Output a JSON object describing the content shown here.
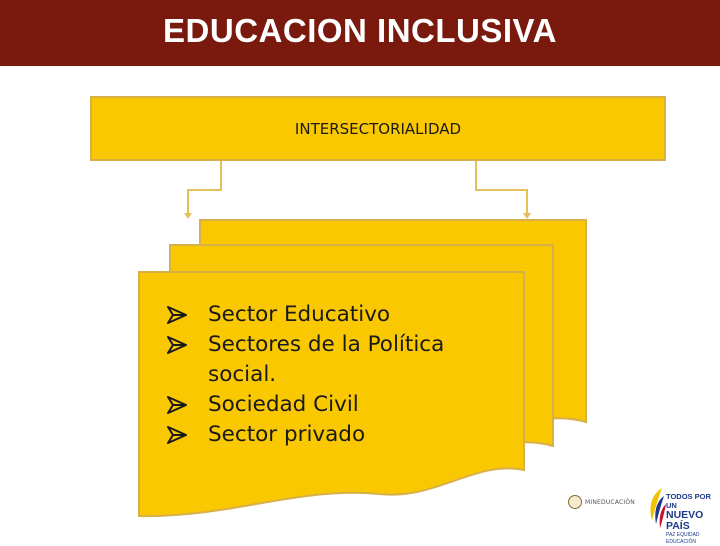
{
  "header": {
    "title": "EDUCACION INCLUSIVA"
  },
  "diagram": {
    "top_box_label": "INTERSECTORIALIDAD",
    "items": [
      {
        "lines": [
          "Sector Educativo"
        ]
      },
      {
        "lines": [
          "Sectores de la Política",
          "social."
        ]
      },
      {
        "lines": [
          "Sociedad Civil"
        ]
      },
      {
        "lines": [
          "Sector privado"
        ]
      }
    ]
  },
  "footer": {
    "ministry_logo": "MINEDUCACIÓN",
    "country_logo": {
      "line1": "TODOS POR UN",
      "line2": "NUEVO PAÍS",
      "line3": "PAZ EQUIDAD EDUCACIÓN"
    }
  },
  "colors": {
    "title_bar": "#7a1a0e",
    "box_fill": "#f9c800",
    "box_border": "#d8b04a"
  },
  "icons": {
    "bullet": "arrow-bullet-icon"
  }
}
